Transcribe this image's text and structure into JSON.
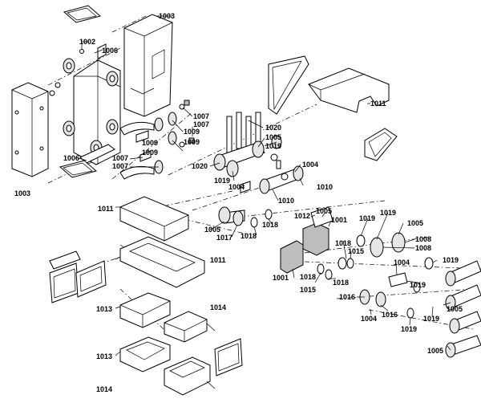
{
  "labels": {
    "p1003a": "1003",
    "p1002": "1002",
    "p1006a": "1006",
    "p1003b": "1003",
    "p1006b": "1006",
    "p1011a": "1011",
    "p1007a": "1007",
    "p1007b": "1007",
    "p1009a": "1009",
    "p1009b": "1009",
    "p1007c": "1007",
    "p1007d": "1007",
    "p1009c": "1009",
    "p1009d": "1009",
    "p1020a": "1020",
    "p1005a": "1005",
    "p1019a": "1019",
    "p1020b": "1020",
    "p1004a": "1004",
    "p1019b": "1019",
    "p1004b": "1004",
    "p1010a": "1010",
    "p1010b": "1010",
    "p1011b": "1011",
    "p1005b": "1005",
    "p1017": "1017",
    "p1018a": "1018",
    "p1018b": "1018",
    "p1012": "1012",
    "p1005c": "1005",
    "p1001a": "1001",
    "p1019c": "1019",
    "p1019d": "1019",
    "p1005d": "1005",
    "p1008a": "1008",
    "p1008b": "1008",
    "p1018c": "1018",
    "p1015a": "1015",
    "p1004c": "1004",
    "p1019e": "1019",
    "p1011c": "1011",
    "p1001b": "1001",
    "p1018d": "1018",
    "p1015b": "1015",
    "p1018e": "1018",
    "p1019f": "1019",
    "p1005e": "1005",
    "p1013a": "1013",
    "p1014a": "1014",
    "p1016a": "1016",
    "p1016b": "1016",
    "p1004d": "1004",
    "p1019g": "1019",
    "p1019h": "1019",
    "p1013b": "1013",
    "p1005f": "1005",
    "p1014b": "1014"
  }
}
